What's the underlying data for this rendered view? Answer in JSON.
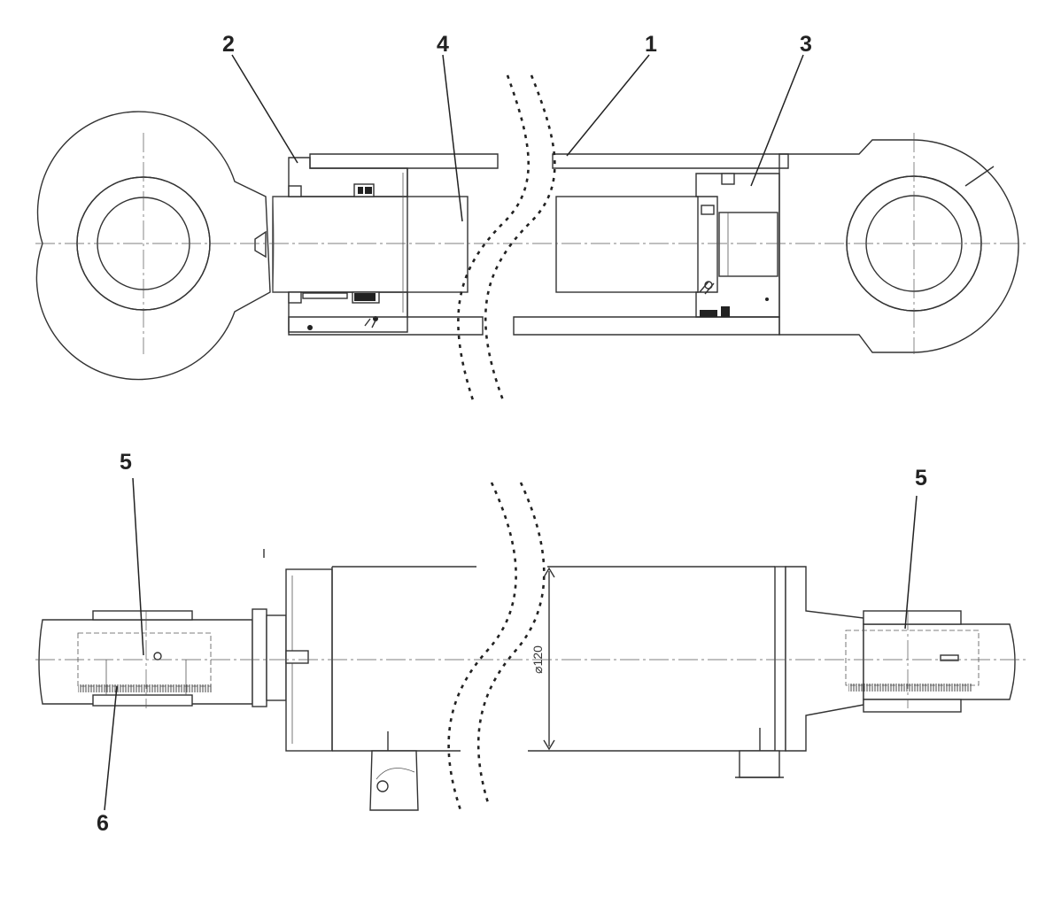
{
  "callouts": {
    "c1": "1",
    "c2": "2",
    "c3": "3",
    "c4": "4",
    "c5_left": "5",
    "c5_right": "5",
    "c6": "6"
  },
  "dimension": {
    "diameter_label": "⌀120"
  },
  "colors": {
    "line": "#333333",
    "background": "#ffffff"
  }
}
